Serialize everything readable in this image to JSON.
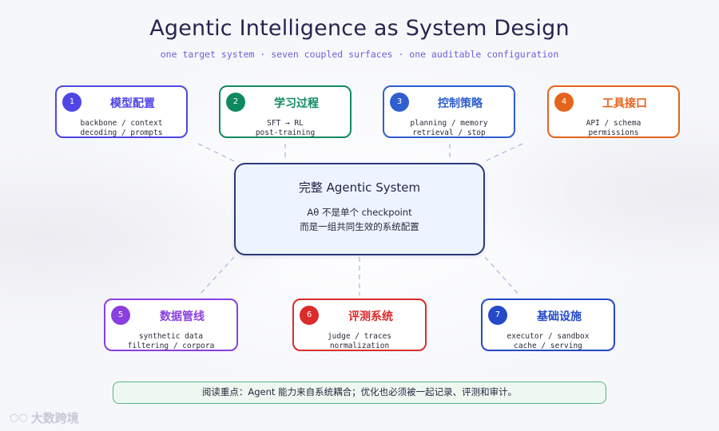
{
  "header": {
    "title": "Agentic Intelligence as System Design",
    "subtitle": "one target system · seven coupled surfaces · one auditable configuration"
  },
  "center": {
    "title": "完整 Agentic System",
    "line1": "Aθ 不是单个 checkpoint",
    "line2": "而是一组共同生效的系统配置"
  },
  "cards": [
    {
      "num": "1",
      "title": "模型配置",
      "line1": "backbone / context",
      "line2": "decoding / prompts",
      "color": "#4f46e5"
    },
    {
      "num": "2",
      "title": "学习过程",
      "line1": "SFT → RL",
      "line2": "post-training",
      "color": "#0f8a5f"
    },
    {
      "num": "3",
      "title": "控制策略",
      "line1": "planning / memory",
      "line2": "retrieval / stop",
      "color": "#2f5fd0"
    },
    {
      "num": "4",
      "title": "工具接口",
      "line1": "API / schema",
      "line2": "permissions",
      "color": "#e5641c"
    },
    {
      "num": "5",
      "title": "数据管线",
      "line1": "synthetic data",
      "line2": "filtering / corpora",
      "color": "#8a3fe0"
    },
    {
      "num": "6",
      "title": "评测系统",
      "line1": "judge / traces",
      "line2": "normalization",
      "color": "#dc2b2b"
    },
    {
      "num": "7",
      "title": "基础设施",
      "line1": "executor / sandbox",
      "line2": "cache / serving",
      "color": "#2549c9"
    }
  ],
  "footer": {
    "note": "阅读重点：Agent 能力来自系统耦合；优化也必须被一起记录、评测和审计。"
  },
  "watermark": {
    "text": "大数跨境",
    "icon": "chat-bubble-icon"
  }
}
